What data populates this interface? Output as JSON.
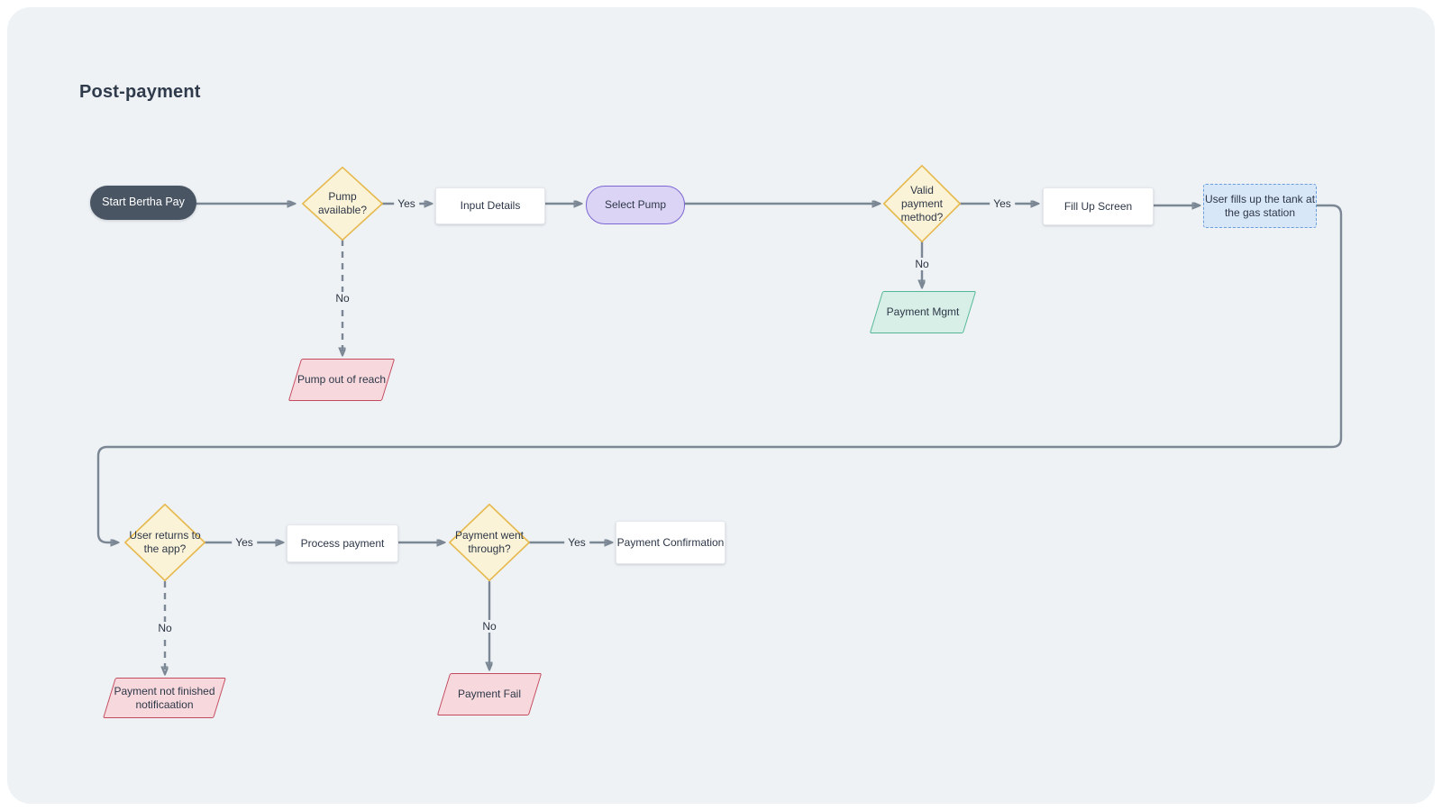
{
  "title": "Post-payment",
  "colors": {
    "canvas_bg": "#eef2f5",
    "edge": "#7b8794",
    "start_pill_bg": "#4a5563",
    "decision_fill": "#fbf3d7",
    "decision_border": "#e6b94f",
    "process_fill": "#ffffff",
    "terminal_fill": "#dcd4f5",
    "terminal_border": "#7c66d4",
    "note_fill": "#d8e7f8",
    "note_border": "#6a9ede",
    "data_green_fill": "#d7efe6",
    "data_green_border": "#52b795",
    "data_red_fill": "#f7d9dd",
    "data_red_border": "#c44a5e"
  },
  "nodes": {
    "start": {
      "label": "Start Bertha Pay",
      "type": "start"
    },
    "pump_available": {
      "label": "Pump available?",
      "type": "decision"
    },
    "input_details": {
      "label": "Input Details",
      "type": "process"
    },
    "select_pump": {
      "label": "Select Pump",
      "type": "terminal"
    },
    "valid_payment": {
      "label": "Valid payment method?",
      "type": "decision"
    },
    "fill_up_screen": {
      "label": "Fill Up Screen",
      "type": "process"
    },
    "user_fills_tank": {
      "label": "User fills up the tank at the gas station",
      "type": "note"
    },
    "payment_mgmt": {
      "label": "Payment Mgmt",
      "type": "data"
    },
    "pump_out_of_reach": {
      "label": "Pump out of reach",
      "type": "data"
    },
    "user_returns": {
      "label": "User returns to the app?",
      "type": "decision"
    },
    "process_payment": {
      "label": "Process payment",
      "type": "process"
    },
    "payment_went_through": {
      "label": "Payment went through?",
      "type": "decision"
    },
    "payment_confirmation": {
      "label": "Payment Confirmation",
      "type": "process"
    },
    "payment_not_finished": {
      "label": "Payment not finished notificaation",
      "type": "data"
    },
    "payment_fail": {
      "label": "Payment Fail",
      "type": "data"
    }
  },
  "edge_labels": {
    "pump_yes": "Yes",
    "pump_no": "No",
    "valid_yes": "Yes",
    "valid_no": "No",
    "returns_yes": "Yes",
    "returns_no": "No",
    "went_yes": "Yes",
    "went_no": "No"
  }
}
